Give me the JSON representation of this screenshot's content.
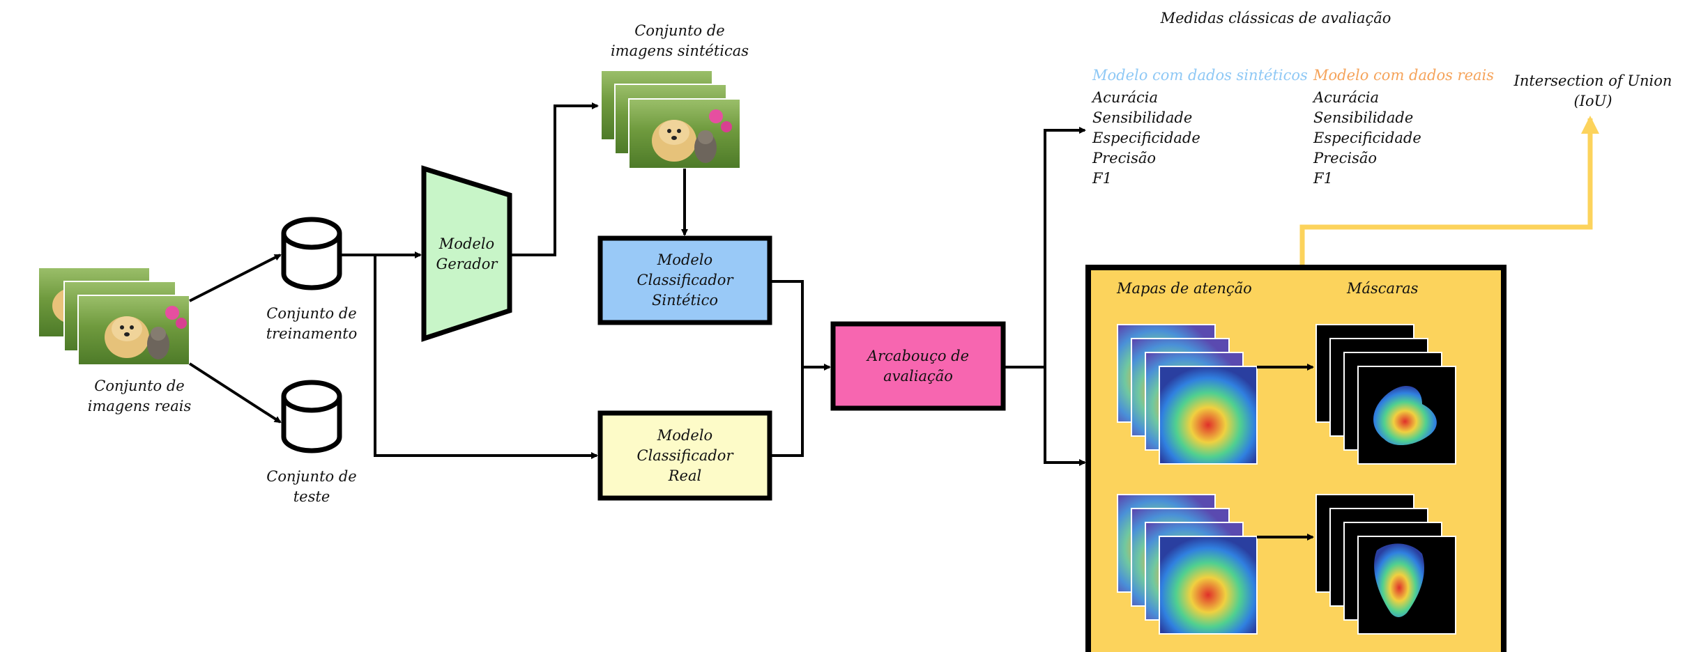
{
  "colors": {
    "synthetic_accent": "#8ec8f5",
    "real_accent": "#f5a35a",
    "generator_fill": "#c8f5c8",
    "synthetic_classifier_fill": "#99c9f7",
    "real_classifier_fill": "#fdfbc8",
    "evaluation_fill": "#f766b0",
    "attention_panel_fill": "#fcd35c",
    "iou_arrow": "#fcd35c"
  },
  "dataset_real": {
    "label_lines": [
      "Conjunto de",
      "imagens reais"
    ]
  },
  "dataset_train": {
    "label_lines": [
      "Conjunto de",
      "treinamento"
    ]
  },
  "dataset_test": {
    "label_lines": [
      "Conjunto de",
      "teste"
    ]
  },
  "generator": {
    "label_lines": [
      "Modelo",
      "Gerador"
    ]
  },
  "dataset_synthetic": {
    "label_lines": [
      "Conjunto de",
      "imagens sintéticas"
    ]
  },
  "classifier_synthetic": {
    "label_lines": [
      "Modelo",
      "Classificador",
      "Sintético"
    ]
  },
  "classifier_real": {
    "label_lines": [
      "Modelo",
      "Classificador",
      "Real"
    ]
  },
  "evaluation": {
    "label_lines": [
      "Arcabouço de",
      "avaliação"
    ]
  },
  "metrics": {
    "title": "Medidas clássicas de avaliação",
    "synthetic_column": {
      "header": "Modelo com dados sintéticos",
      "items": [
        "Acurácia",
        "Sensibilidade",
        "Especificidade",
        "Precisão",
        "F1"
      ]
    },
    "real_column": {
      "header": "Modelo com dados reais",
      "items": [
        "Acurácia",
        "Sensibilidade",
        "Especificidade",
        "Precisão",
        "F1"
      ]
    },
    "iou_lines": [
      "Intersection of Union",
      "(IoU)"
    ]
  },
  "attention_panel": {
    "attention_maps_label": "Mapas de atenção",
    "masks_label": "Máscaras"
  }
}
